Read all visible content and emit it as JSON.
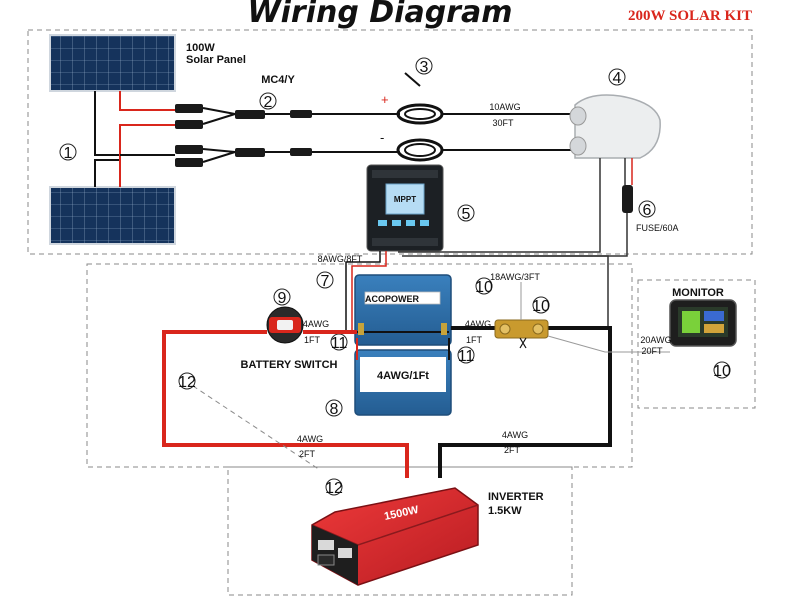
{
  "title": "Wiring Diagram",
  "kit_label": "200W SOLAR KIT",
  "colors": {
    "positive_wire": "#d9261c",
    "negative_wire": "#111111",
    "inverter": "#d8232a",
    "battery": "#2d6fa8"
  },
  "components": {
    "solar_panel": {
      "number": "1",
      "label_line1": "100W",
      "label_line2": "Solar Panel"
    },
    "mc4_connector": {
      "number": "2",
      "label": "MC4/Y"
    },
    "extension_cable": {
      "number": "3",
      "awg": "10AWG",
      "length": "30FT",
      "plus": "+",
      "minus": "-"
    },
    "entry_gland": {
      "number": "4"
    },
    "charge_controller": {
      "number": "5",
      "screen_text": "MPPT"
    },
    "fuse": {
      "number": "6",
      "label": "FUSE/60A"
    },
    "controller_to_battery": {
      "number": "7",
      "label": "8AWG/8FT"
    },
    "battery": {
      "number": "8",
      "brand": "ACOPOWER",
      "link_label": "4AWG/1Ft"
    },
    "battery_switch": {
      "number": "9",
      "label": "BATTERY SWITCH",
      "awg": "4AWG",
      "length": "1FT"
    },
    "shunt": {
      "number": "10",
      "awg_label": "18AWG/3FT",
      "awg": "4AWG",
      "length": "1FT"
    },
    "battery_terminal_left": {
      "number": "11"
    },
    "battery_terminal_right": {
      "number": "11"
    },
    "monitor": {
      "number": "10",
      "label": "MONITOR",
      "awg": "20AWG",
      "length": "20FT"
    },
    "inverter_cable": {
      "number": "12",
      "awg_left": "4AWG",
      "length_left": "2FT",
      "awg_right": "4AWG",
      "length_right": "2FT"
    },
    "inverter_cable_bottom": {
      "number": "12"
    },
    "inverter": {
      "label_line1": "INVERTER",
      "label_line2": "1.5KW",
      "badge": "1500W"
    }
  }
}
